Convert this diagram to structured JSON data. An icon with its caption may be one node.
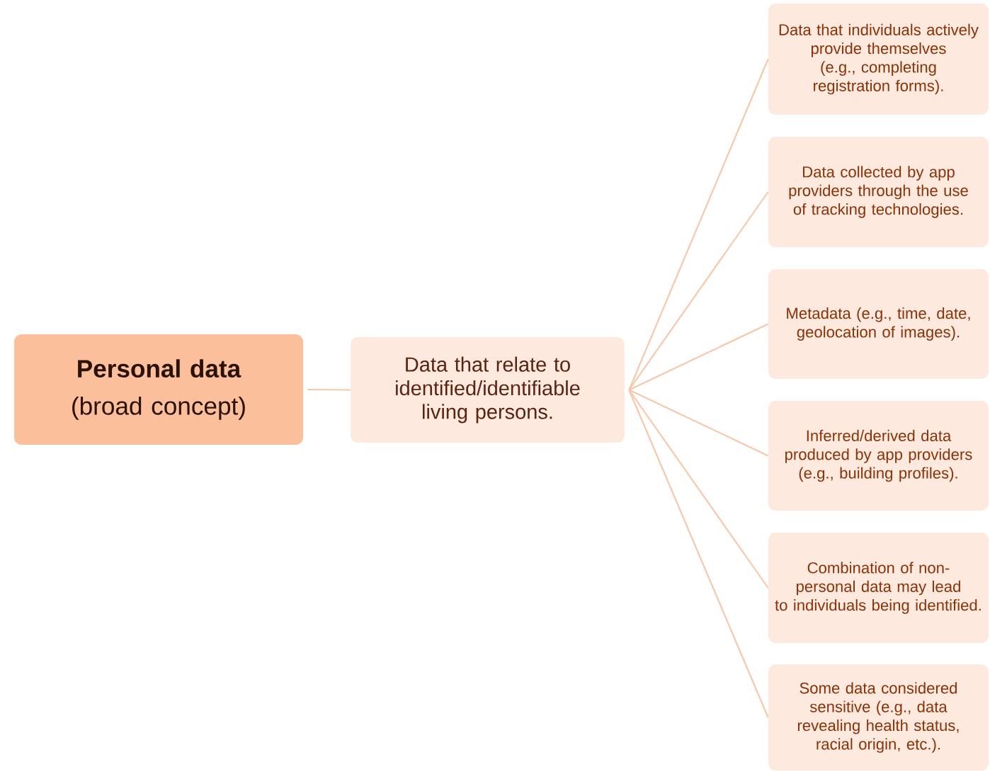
{
  "diagram": {
    "nodes": [
      {
        "text": [
          "Personal data",
          "(broad concept)"
        ]
      },
      {
        "text": [
          "Data that relate to identified/identifiable living persons."
        ]
      },
      {
        "text": [
          "Data that individuals actively provide themselves (e.g., completing registration forms)."
        ]
      },
      {
        "text": [
          "Data collected by app providers through the use of tracking technologies."
        ]
      },
      {
        "text": [
          "Metadata (e.g., time, date, geolocation of images)."
        ]
      },
      {
        "text": [
          "Inferred/derived data produced by app providers (e.g., building profiles)."
        ]
      },
      {
        "text": [
          "Combination of non-personal data may lead to individuals being identified."
        ]
      },
      {
        "text": [
          "Some data considered sensitive (e.g., data revealing health status, racial origin, etc.)."
        ]
      }
    ],
    "edges": [
      {
        "from": 0,
        "to": 1,
        "arrow": "none"
      },
      {
        "from": 1,
        "to": 2,
        "arrow": "none"
      },
      {
        "from": 1,
        "to": 3,
        "arrow": "none"
      },
      {
        "from": 1,
        "to": 4,
        "arrow": "none"
      },
      {
        "from": 1,
        "to": 5,
        "arrow": "none"
      },
      {
        "from": 1,
        "to": 6,
        "arrow": "none"
      },
      {
        "from": 1,
        "to": 7,
        "arrow": "none"
      }
    ]
  }
}
